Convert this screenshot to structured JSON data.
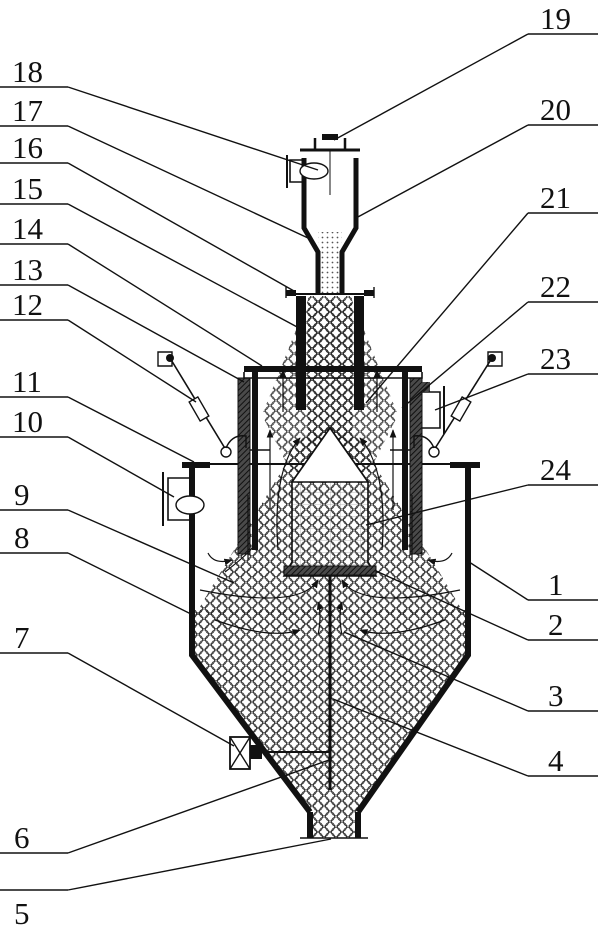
{
  "callouts": [
    {
      "id": "1",
      "label": "1"
    },
    {
      "id": "2",
      "label": "2"
    },
    {
      "id": "3",
      "label": "3"
    },
    {
      "id": "4",
      "label": "4"
    },
    {
      "id": "5",
      "label": "5"
    },
    {
      "id": "6",
      "label": "6"
    },
    {
      "id": "7",
      "label": "7"
    },
    {
      "id": "8",
      "label": "8"
    },
    {
      "id": "9",
      "label": "9"
    },
    {
      "id": "10",
      "label": "10"
    },
    {
      "id": "11",
      "label": "11"
    },
    {
      "id": "12",
      "label": "12"
    },
    {
      "id": "13",
      "label": "13"
    },
    {
      "id": "14",
      "label": "14"
    },
    {
      "id": "15",
      "label": "15"
    },
    {
      "id": "16",
      "label": "16"
    },
    {
      "id": "17",
      "label": "17"
    },
    {
      "id": "18",
      "label": "18"
    },
    {
      "id": "19",
      "label": "19"
    },
    {
      "id": "20",
      "label": "20"
    },
    {
      "id": "21",
      "label": "21"
    },
    {
      "id": "22",
      "label": "22"
    },
    {
      "id": "23",
      "label": "23"
    },
    {
      "id": "24",
      "label": "24"
    }
  ],
  "colors": {
    "line": "#111111",
    "wall_fill": "#3a3a3a",
    "background": "#ffffff"
  }
}
